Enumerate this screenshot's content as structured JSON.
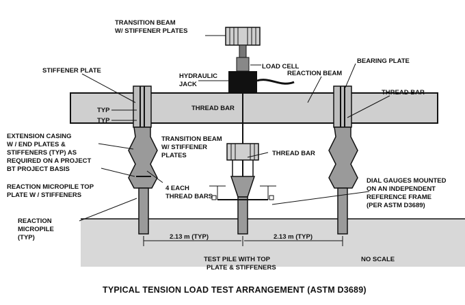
{
  "title": "TYPICAL TENSION LOAD TEST ARRANGEMENT (ASTM D3689)",
  "labels": {
    "transition_beam_top": [
      "TRANSITION BEAM",
      "W/ STIFFENER PLATES"
    ],
    "load_cell": "LOAD CELL",
    "hydraulic_jack": [
      "HYDRAULIC",
      "JACK"
    ],
    "bearing_plate": "BEARING PLATE",
    "stiffener_plate": "STIFFENER PLATE",
    "reaction_beam": "REACTION BEAM",
    "thread_bar_right": "THREAD BAR",
    "thread_bar_beam": "THREAD BAR",
    "typ_1": "TYP",
    "typ_2": "TYP",
    "extension_casing": [
      "EXTENSION CASING",
      "W / END PLATES &",
      "STIFFENERS (TYP) AS",
      "REQUIRED ON A PROJECT",
      "BT PROJECT BASIS"
    ],
    "transition_beam_mid": [
      "TRANSITION BEAM",
      "W/ STIFFENER",
      "PLATES"
    ],
    "thread_bar_mid": "THREAD BAR",
    "dial_gauges": [
      "DIAL GAUGES MOUNTED",
      "ON AN INDEPENDENT",
      "REFERENCE FRAME",
      "(PER ASTM D3689)"
    ],
    "reaction_micropile_top": [
      "REACTION MICROPILE TOP",
      "PLATE W / STIFFENERS"
    ],
    "four_each": [
      "4 EACH",
      "THREAD BARS"
    ],
    "reaction_micropile": [
      "REACTION",
      "MICROPILE",
      "(TYP)"
    ],
    "dim_left": "2.13 m (TYP)",
    "dim_right": "2.13 m (TYP)",
    "test_pile": [
      "TEST PILE WITH TOP",
      "PLATE & STIFFENERS"
    ],
    "no_scale": "NO SCALE"
  }
}
